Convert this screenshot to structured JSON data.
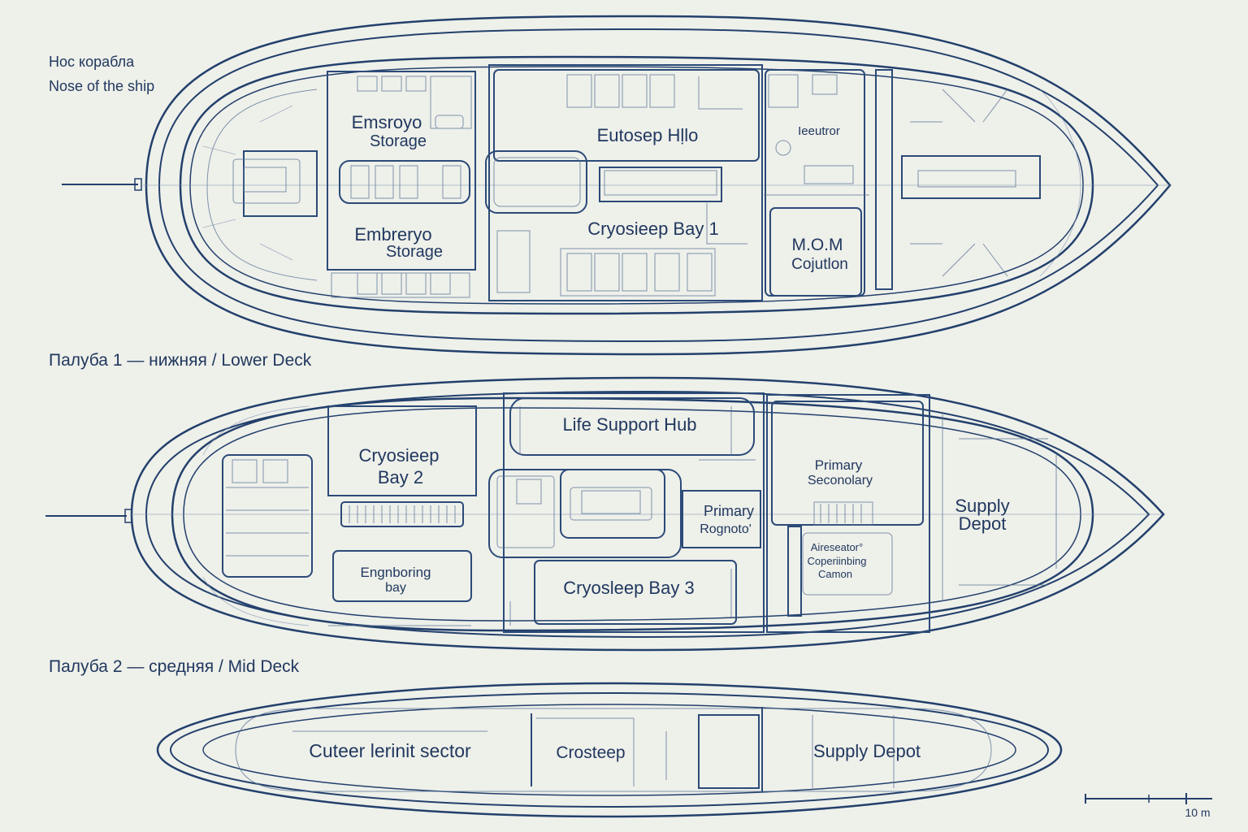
{
  "nose_label_ru": "Нос корабла",
  "nose_label_en": "Nose of the ship",
  "deck1": {
    "caption": "Палуба 1 — нижняя / Lower Deck",
    "rooms": {
      "embryo_storage_top_1": "Emsroyo",
      "embryo_storage_top_2": "Storage",
      "embryo_storage_bottom_1": "Embreryo",
      "embryo_storage_bottom_2": "Storage",
      "hub": "Eutosep Hḷlo",
      "cryosleep_bay_1": "Cryosieep Bay 1",
      "small_room": "Ieeutror",
      "mom_1": "M.O.M",
      "mom_2": "Cojutlon"
    }
  },
  "deck2": {
    "caption": "Палуба 2 — средняя / Mid Deck",
    "rooms": {
      "cryosleep_bay_2_1": "Cryosieep",
      "cryosleep_bay_2_2": "Bay 2",
      "engineering_1": "Engnboring",
      "engineering_2": "bay",
      "life_support": "Life Support Hub",
      "primary_1": "Primary",
      "primary_2": "Rognoto'",
      "cryosleep_bay_3": "Cryosleep Bay 3",
      "secondary_1": "Primary",
      "secondary_2": "Seconolary",
      "aerator_1": "Aireseator°",
      "aerator_2": "Coperiinbing",
      "aerator_3": "Camon",
      "supply_1": "Supply",
      "supply_2": "Depot"
    }
  },
  "deck3": {
    "rooms": {
      "sector": "Cuteer lerinit sector",
      "crosteep": "Crosteep",
      "supply_depot": "Supply Depot"
    }
  },
  "scale_label": "10 m",
  "colors": {
    "ink": "#21385f",
    "paper": "#eef0ea"
  }
}
